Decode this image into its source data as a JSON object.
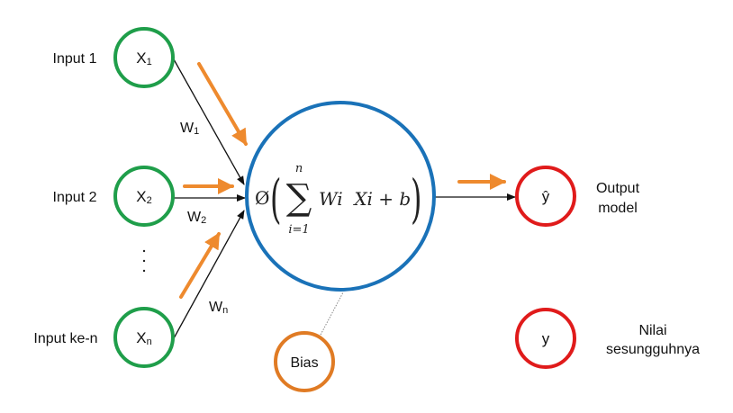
{
  "colors": {
    "input_node": "#1f9e4a",
    "neuron": "#1a72b8",
    "bias_node": "#e07b24",
    "output_node": "#e01b1b",
    "signal_arrow": "#ee8a2e",
    "connection": "#111111"
  },
  "inputs": [
    {
      "label": "Input 1",
      "node": "X",
      "sub": "1",
      "weight": "W",
      "weight_sub": "1"
    },
    {
      "label": "Input 2",
      "node": "X",
      "sub": "2",
      "weight": "W",
      "weight_sub": "2"
    },
    {
      "label": "Input ke-n",
      "node": "X",
      "sub": "n",
      "weight": "W",
      "weight_sub": "n"
    }
  ],
  "ellipsis": "⋮",
  "neuron": {
    "activation": "Ø",
    "sigma": "∑",
    "upper_limit": "n",
    "lower_limit": "i=1",
    "expression": "Wi  Xi + b",
    "open_paren": "(",
    "close_paren": ")"
  },
  "bias": {
    "label": "Bias"
  },
  "output": {
    "node": "ŷ",
    "label_line1": "Output",
    "label_line2": "model"
  },
  "actual": {
    "node": "y",
    "label_line1": "Nilai",
    "label_line2": "sesungguhnya"
  }
}
